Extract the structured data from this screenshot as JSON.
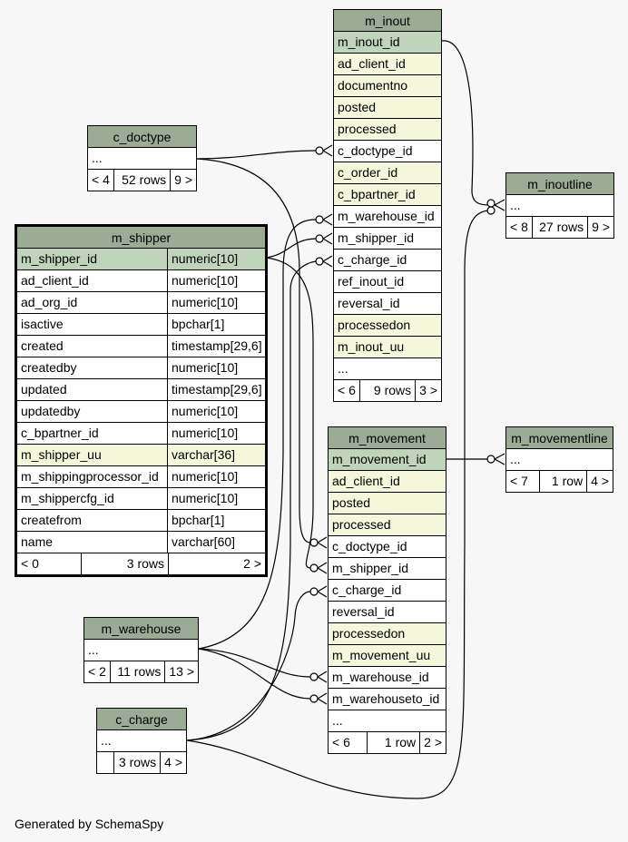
{
  "footer_text": "Generated by SchemaSpy",
  "tables": {
    "m_inout": {
      "name": "m_inout",
      "columns": [
        {
          "name": "m_inout_id",
          "kind": "pk"
        },
        {
          "name": "ad_client_id",
          "kind": "idx"
        },
        {
          "name": "documentno",
          "kind": "idx"
        },
        {
          "name": "posted",
          "kind": "idx"
        },
        {
          "name": "processed",
          "kind": "idx"
        },
        {
          "name": "c_doctype_id",
          "kind": "plain"
        },
        {
          "name": "c_order_id",
          "kind": "idx"
        },
        {
          "name": "c_bpartner_id",
          "kind": "idx"
        },
        {
          "name": "m_warehouse_id",
          "kind": "plain"
        },
        {
          "name": "m_shipper_id",
          "kind": "plain"
        },
        {
          "name": "c_charge_id",
          "kind": "plain"
        },
        {
          "name": "ref_inout_id",
          "kind": "plain"
        },
        {
          "name": "reversal_id",
          "kind": "plain"
        },
        {
          "name": "processedon",
          "kind": "idx"
        },
        {
          "name": "m_inout_uu",
          "kind": "idx"
        },
        {
          "name": "...",
          "kind": "plain"
        }
      ],
      "footer": [
        "< 6",
        "9 rows",
        "3 >"
      ]
    },
    "c_doctype": {
      "name": "c_doctype",
      "columns": [
        {
          "name": "...",
          "kind": "plain"
        }
      ],
      "footer": [
        "< 4",
        "52 rows",
        "9 >"
      ]
    },
    "m_inoutline": {
      "name": "m_inoutline",
      "columns": [
        {
          "name": "...",
          "kind": "plain"
        }
      ],
      "footer": [
        "< 8",
        "27 rows",
        "9 >"
      ]
    },
    "m_shipper": {
      "name": "m_shipper",
      "columns": [
        {
          "name": "m_shipper_id",
          "type": "numeric[10]",
          "kind": "pk"
        },
        {
          "name": "ad_client_id",
          "type": "numeric[10]",
          "kind": "plain"
        },
        {
          "name": "ad_org_id",
          "type": "numeric[10]",
          "kind": "plain"
        },
        {
          "name": "isactive",
          "type": "bpchar[1]",
          "kind": "plain"
        },
        {
          "name": "created",
          "type": "timestamp[29,6]",
          "kind": "plain"
        },
        {
          "name": "createdby",
          "type": "numeric[10]",
          "kind": "plain"
        },
        {
          "name": "updated",
          "type": "timestamp[29,6]",
          "kind": "plain"
        },
        {
          "name": "updatedby",
          "type": "numeric[10]",
          "kind": "plain"
        },
        {
          "name": "c_bpartner_id",
          "type": "numeric[10]",
          "kind": "plain"
        },
        {
          "name": "m_shipper_uu",
          "type": "varchar[36]",
          "kind": "idx"
        },
        {
          "name": "m_shippingprocessor_id",
          "type": "numeric[10]",
          "kind": "plain"
        },
        {
          "name": "m_shippercfg_id",
          "type": "numeric[10]",
          "kind": "plain"
        },
        {
          "name": "createfrom",
          "type": "bpchar[1]",
          "kind": "plain"
        },
        {
          "name": "name",
          "type": "varchar[60]",
          "kind": "plain"
        }
      ],
      "footer": [
        "< 0",
        "3 rows",
        "2 >"
      ]
    },
    "m_movement": {
      "name": "m_movement",
      "columns": [
        {
          "name": "m_movement_id",
          "kind": "pk"
        },
        {
          "name": "ad_client_id",
          "kind": "idx"
        },
        {
          "name": "posted",
          "kind": "idx"
        },
        {
          "name": "processed",
          "kind": "idx"
        },
        {
          "name": "c_doctype_id",
          "kind": "plain"
        },
        {
          "name": "m_shipper_id",
          "kind": "plain"
        },
        {
          "name": "c_charge_id",
          "kind": "plain"
        },
        {
          "name": "reversal_id",
          "kind": "plain"
        },
        {
          "name": "processedon",
          "kind": "idx"
        },
        {
          "name": "m_movement_uu",
          "kind": "idx"
        },
        {
          "name": "m_warehouse_id",
          "kind": "plain"
        },
        {
          "name": "m_warehouseto_id",
          "kind": "plain"
        },
        {
          "name": "...",
          "kind": "plain"
        }
      ],
      "footer": [
        "< 6",
        "1 row",
        "2 >"
      ]
    },
    "m_movementline": {
      "name": "m_movementline",
      "columns": [
        {
          "name": "...",
          "kind": "plain"
        }
      ],
      "footer": [
        "< 7",
        "1 row",
        "4 >"
      ]
    },
    "m_warehouse": {
      "name": "m_warehouse",
      "columns": [
        {
          "name": "...",
          "kind": "plain"
        }
      ],
      "footer": [
        "< 2",
        "11 rows",
        "13 >"
      ]
    },
    "c_charge": {
      "name": "c_charge",
      "columns": [
        {
          "name": "...",
          "kind": "plain"
        }
      ],
      "footer": [
        "",
        "3 rows",
        "4 >"
      ]
    }
  },
  "colors": {
    "header": "#9bab96",
    "primary_key": "#bfd4bb",
    "indexed": "#f4f7da",
    "background": "#f7f7f7"
  }
}
